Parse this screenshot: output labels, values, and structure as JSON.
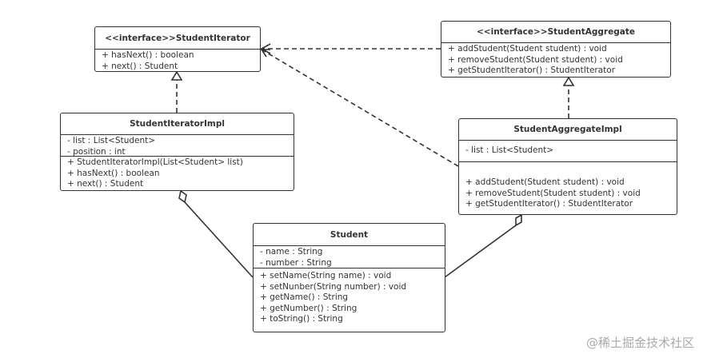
{
  "classes": {
    "student_iterator": {
      "name": "<<interface>>StudentIterator",
      "attributes": [],
      "methods": [
        "+ hasNext()   : boolean",
        "+ next() : Student"
      ]
    },
    "student_aggregate": {
      "name": "<<interface>>StudentAggregate",
      "attributes": [],
      "methods": [
        "+ addStudent(Student student) : void",
        "+ removeStudent(Student student) : void",
        "+ getStudentIterator() : StudentIterator"
      ]
    },
    "student_iterator_impl": {
      "name": "StudentIteratorImpl",
      "attributes": [
        "- list : List<Student>",
        "- position : int"
      ],
      "methods": [
        "+ StudentIteratorImpl(List<Student> list)",
        "+ hasNext()   : boolean",
        "+ next() : Student"
      ]
    },
    "student_aggregate_impl": {
      "name": "StudentAggregateImpl",
      "attributes": [
        "- list : List<Student>"
      ],
      "methods": [
        "+ addStudent(Student student) : void",
        "+ removeStudent(Student student) : void",
        "+ getStudentIterator() : StudentIterator"
      ]
    },
    "student": {
      "name": "Student",
      "attributes": [
        "- name : String",
        "- number : String"
      ],
      "methods": [
        "+ setName(String name) : void",
        "+ setNunber(String number) : void",
        "+ getName() : String",
        "+ getNumber() : String",
        "+ toString() : String"
      ]
    }
  },
  "relations": [
    {
      "from": "StudentIteratorImpl",
      "to": "StudentIterator",
      "type": "realization"
    },
    {
      "from": "StudentAggregateImpl",
      "to": "StudentAggregate",
      "type": "realization"
    },
    {
      "from": "StudentAggregate",
      "to": "StudentIterator",
      "type": "dependency"
    },
    {
      "from": "StudentAggregateImpl",
      "to": "StudentIterator",
      "type": "dependency"
    },
    {
      "from": "StudentIteratorImpl",
      "to": "Student",
      "type": "aggregation"
    },
    {
      "from": "StudentAggregateImpl",
      "to": "Student",
      "type": "aggregation"
    }
  ],
  "watermark": "@稀土掘金技术社区"
}
